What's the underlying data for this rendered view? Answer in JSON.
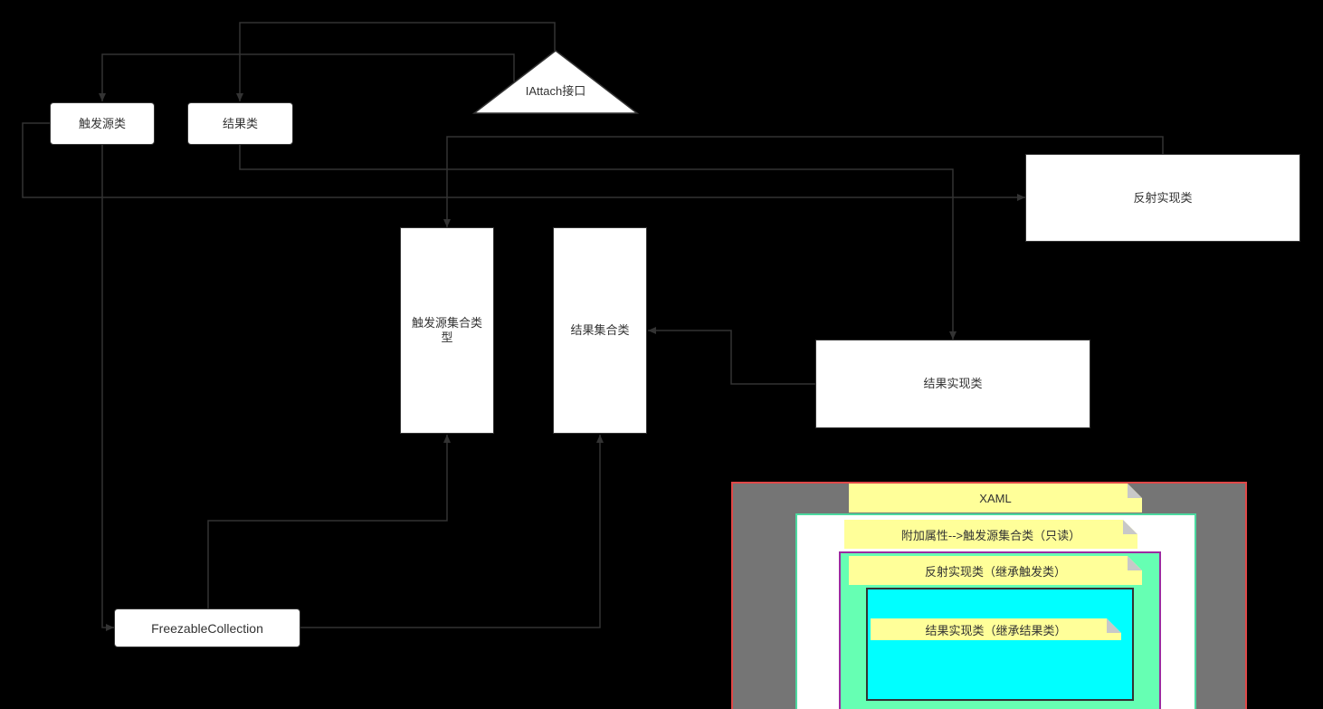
{
  "diagram": {
    "nodes": {
      "trigger_source": "触发源类",
      "result": "结果类",
      "iattach": "IAttach接口",
      "reflection_impl": "反射实现类",
      "trigger_collection": "触发源集合类型",
      "result_collection": "结果集合类",
      "result_impl": "结果实现类",
      "freezable_collection": "FreezableCollection"
    },
    "nested_panel": {
      "xaml": "XAML",
      "attached_property": "附加属性-->触发源集合类（只读）",
      "reflection_impl_inherit": "反射实现类（继承触发类）",
      "result_impl_inherit": "结果实现类（继承结果类）"
    },
    "colors": {
      "background": "#000000",
      "node_fill": "#ffffff",
      "stroke": "#333333",
      "outer_panel": "#757575",
      "outer_panel_border": "#e04848",
      "white_panel_border": "#4cd9a0",
      "green_panel": "#66ffb3",
      "green_panel_border": "#9c2aa0",
      "cyan_panel": "#00ffff",
      "note_fill": "#ffff99"
    }
  }
}
